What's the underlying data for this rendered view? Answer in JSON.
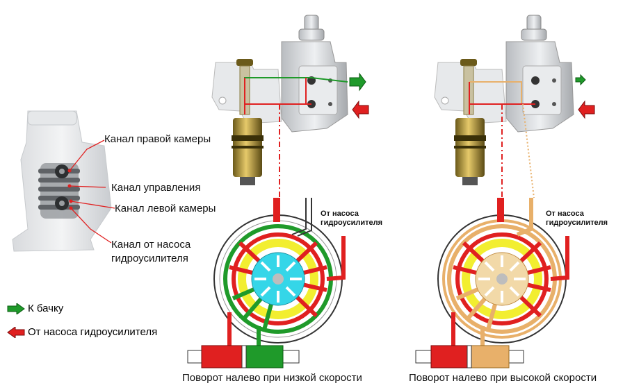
{
  "part_labels": {
    "right_chamber": "Канал правой камеры",
    "control": "Канал управления",
    "left_chamber": "Канал левой камеры",
    "pump_line1": "Канал от насоса",
    "pump_line2": "гидроусилителя"
  },
  "legend": {
    "to_tank": "К бачку",
    "from_pump": "От насоса гидроусилителя"
  },
  "pump_note": {
    "line1": "От насоса",
    "line2": "гидроусилителя"
  },
  "captions": {
    "low_speed": "Поворот налево при низкой скорости",
    "high_speed": "Поворот налево при высокой скорости"
  },
  "colors": {
    "pressure": "#e02020",
    "return": "#1f9a2a",
    "low_pressure_high_speed": "#e8b06a",
    "rotor": "#35d6e8",
    "ring": "#f2ee30"
  }
}
